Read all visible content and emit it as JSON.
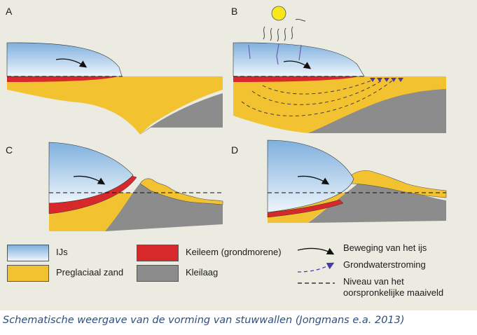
{
  "panels": [
    {
      "label": "A"
    },
    {
      "label": "B"
    },
    {
      "label": "C"
    },
    {
      "label": "D"
    }
  ],
  "legend": {
    "ice": "IJs",
    "sand": "Preglaciaal zand",
    "till": "Keileem (grondmorene)",
    "clay": "Kleilaag",
    "ice_movement": "Beweging van het ijs",
    "groundwater": "Grondwaterstroming",
    "ground_level_line1": "Niveau van het",
    "ground_level_line2": "oorspronkelijke maaiveld"
  },
  "colors": {
    "ice_top": "#7fb0de",
    "ice_bottom": "#e8f1fa",
    "sand": "#f3c230",
    "till": "#d7282b",
    "clay": "#8c8c8c",
    "background": "#ecebe1",
    "sun": "#f7e81c",
    "caption": "#2e4f7e"
  },
  "caption": "Schematische weergave van de vorming van stuwwallen (Jongmans e.a. 2013)"
}
